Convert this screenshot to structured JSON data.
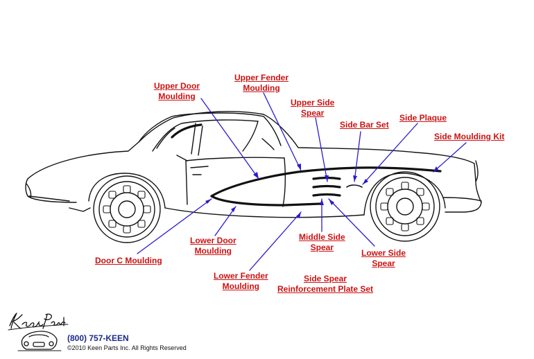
{
  "labels": {
    "upper_door_moulding": [
      "Upper Door",
      "Moulding"
    ],
    "upper_fender_moulding": [
      "Upper Fender",
      "Moulding"
    ],
    "upper_side_spear": [
      "Upper Side",
      "Spear"
    ],
    "side_bar_set": [
      "Side Bar Set"
    ],
    "side_plaque": [
      "Side Plaque"
    ],
    "side_moulding_kit": [
      "Side Moulding Kit"
    ],
    "door_c_moulding": [
      "Door C Moulding"
    ],
    "lower_door_moulding": [
      "Lower Door",
      "Moulding"
    ],
    "middle_side_spear": [
      "Middle Side",
      "Spear"
    ],
    "lower_side_spear": [
      "Lower Side",
      "Spear"
    ],
    "lower_fender_moulding": [
      "Lower Fender",
      "Moulding"
    ],
    "side_spear_reinforcement_plate_set": [
      "Side Spear",
      "Reinforcement Plate Set"
    ]
  },
  "footer": {
    "logo_text": "Keen Parts",
    "phone": "(800) 757-KEEN",
    "copyright": "©2010 Keen Parts Inc. All Rights Reserved"
  },
  "colors": {
    "label": "#cc1111",
    "pointer": "#2a1ad0",
    "phone": "#1a2a8a",
    "drawing": "#111111"
  }
}
